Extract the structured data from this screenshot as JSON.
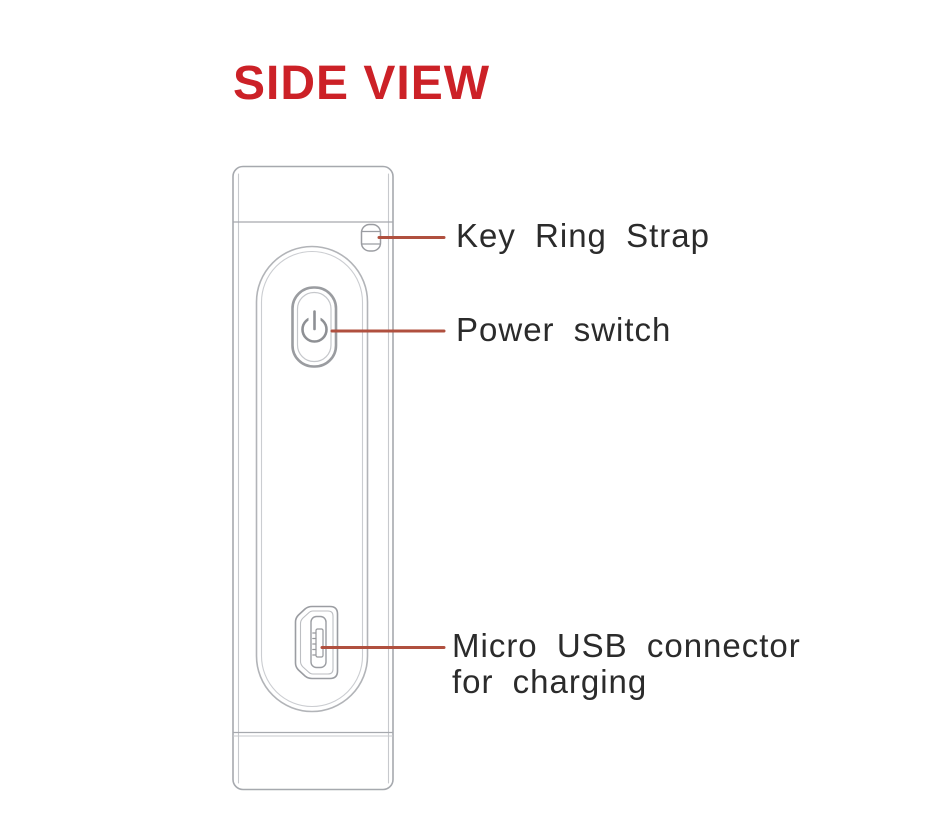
{
  "header": {
    "title": "SIDE VIEW"
  },
  "callouts": {
    "key_ring": {
      "label": "Key Ring Strap"
    },
    "power": {
      "label": "Power switch"
    },
    "micro_usb": {
      "line1": "Micro USB connector",
      "line2": "for charging"
    }
  },
  "device": {
    "view": "side",
    "features": [
      "key ring strap hole",
      "power switch button",
      "micro USB charging port"
    ]
  },
  "icons": {
    "power": "power-symbol"
  },
  "colors": {
    "title_red": "#cc2127",
    "leader_line": "#b0503f",
    "outline_gray": "#a6a9ae",
    "label_text": "#2b2b2b",
    "power_icon_gray": "#8e9094"
  }
}
